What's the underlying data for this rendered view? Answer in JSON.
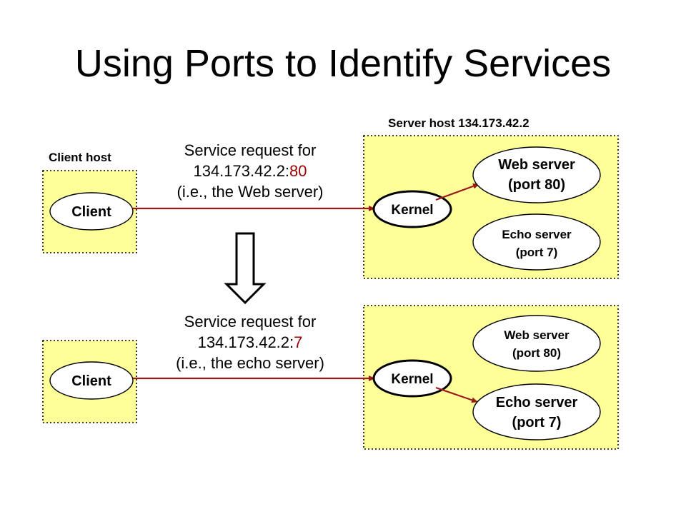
{
  "title": "Using Ports to Identify Services",
  "top": {
    "client_host_label": "Client host",
    "client_label": "Client",
    "server_host_label": "Server host 134.173.42.2",
    "request_line1": "Service request for",
    "request_addr": "134.173.42.2:",
    "request_port": "80",
    "request_line3": "(i.e., the Web server)",
    "kernel_label": "Kernel",
    "web_server": {
      "name": "Web server",
      "port": "(port 80)"
    },
    "echo_server": {
      "name": "Echo server",
      "port": "(port 7)"
    }
  },
  "bottom": {
    "client_label": "Client",
    "request_line1": "Service request for",
    "request_addr": "134.173.42.2:",
    "request_port": "7",
    "request_line3": "(i.e., the echo server)",
    "kernel_label": "Kernel",
    "web_server": {
      "name": "Web server",
      "port": "(port 80)"
    },
    "echo_server": {
      "name": "Echo server",
      "port": "(port 7)"
    }
  },
  "colors": {
    "host_fill": "#ffff99",
    "connection": "#9b1b1b",
    "port_highlight": "#990000"
  }
}
